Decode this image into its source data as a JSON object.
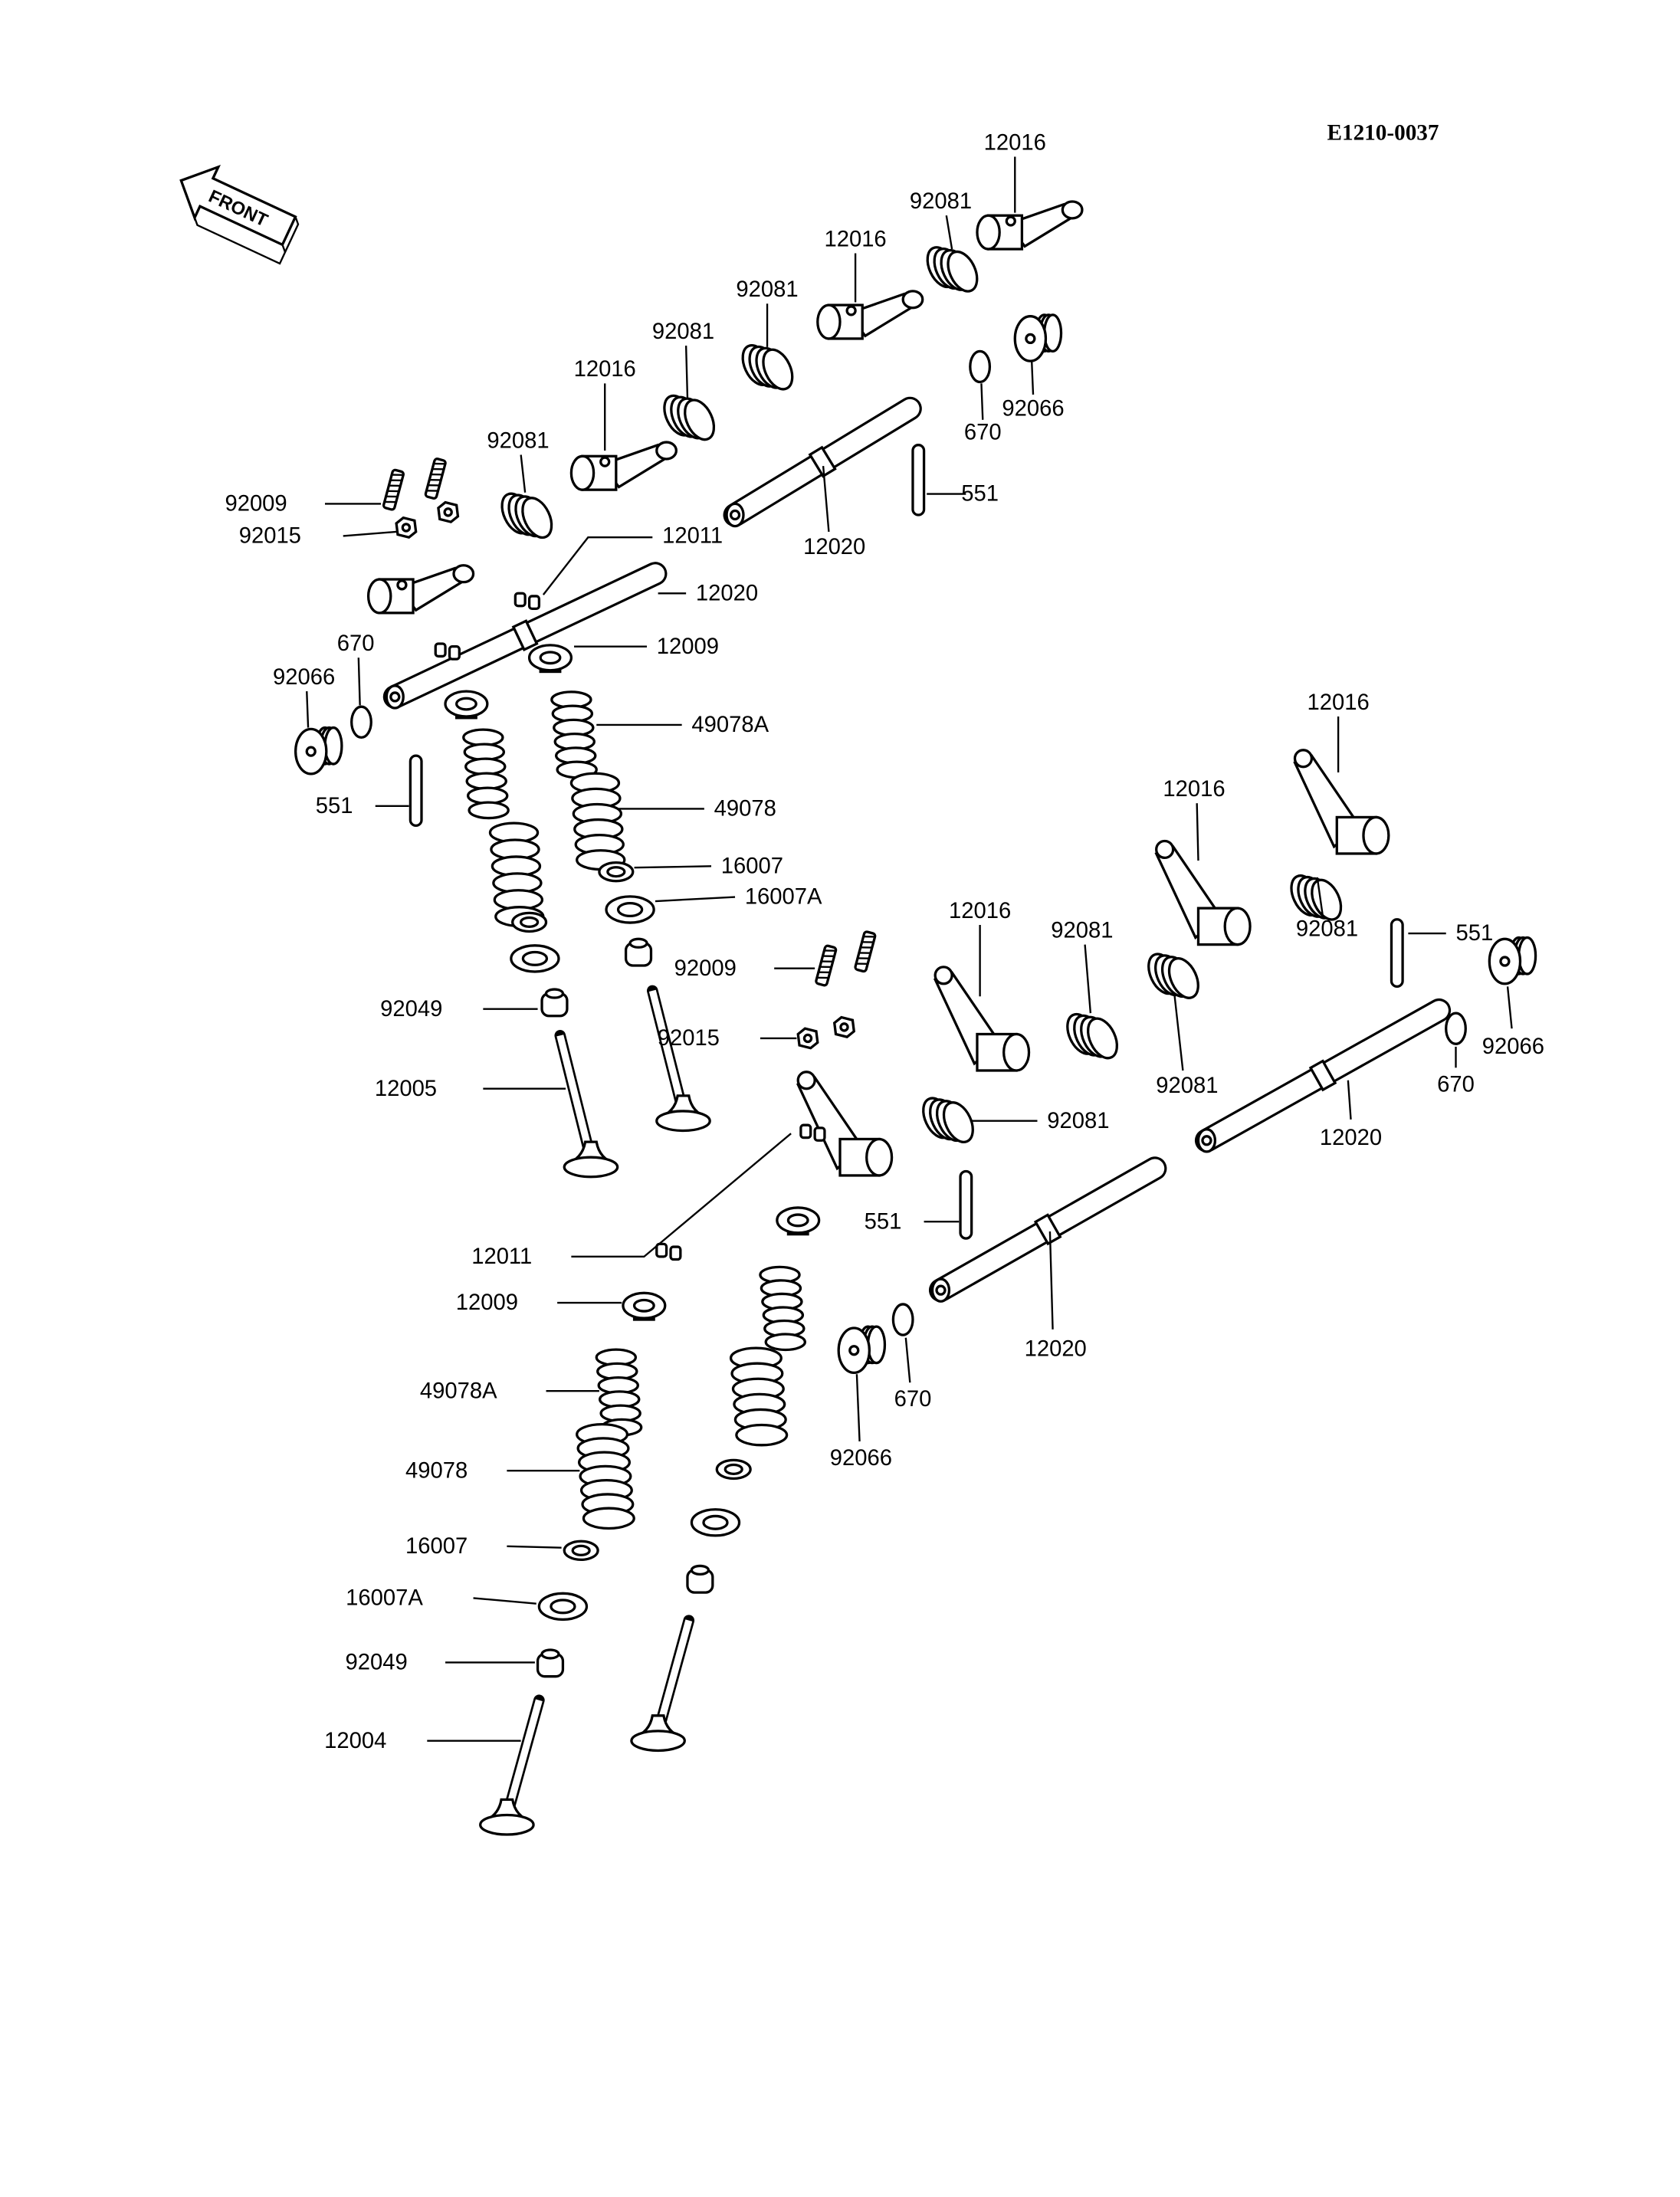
{
  "diagram_id": "E1210-0037",
  "front_label": "FRONT",
  "callouts": [
    "12016",
    "92081",
    "12016",
    "92081",
    "92081",
    "12016",
    "92081",
    "670",
    "92066",
    "551",
    "12020",
    "92009",
    "92015",
    "12011",
    "12020",
    "12009",
    "670",
    "92066",
    "49078A",
    "551",
    "49078",
    "16007",
    "16007A",
    "92049",
    "12005",
    "12016",
    "12016",
    "12016",
    "92081",
    "92009",
    "92015",
    "92081",
    "551",
    "92066",
    "670",
    "92081",
    "12020",
    "92081",
    "551",
    "12011",
    "12009",
    "12020",
    "670",
    "92066",
    "49078A",
    "49078",
    "16007",
    "16007A",
    "92049",
    "12004"
  ]
}
